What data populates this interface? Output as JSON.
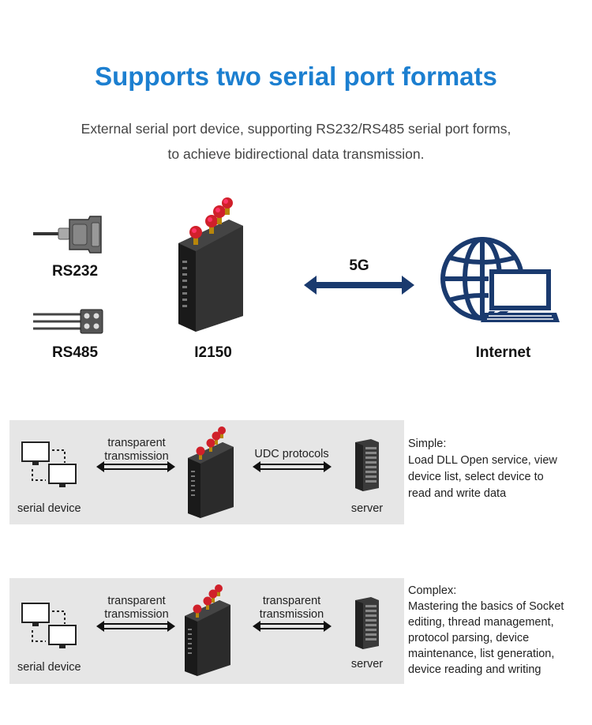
{
  "header": {
    "title": "Supports two serial port formats",
    "subtitle_line1": "External serial port device, supporting RS232/RS485 serial port forms,",
    "subtitle_line2": "to achieve bidirectional data transmission."
  },
  "top_diagram": {
    "rs232_label": "RS232",
    "rs485_label": "RS485",
    "device_label": "I2150",
    "link_label": "5G",
    "internet_label": "Internet"
  },
  "panel_simple": {
    "left_caption": "serial device",
    "link1_line1": "transparent",
    "link1_line2": "transmission",
    "link2_label": "UDC protocols",
    "server_caption": "server",
    "desc_lines": [
      "Simple:",
      "Load DLL Open service, view",
      "device list, select device to",
      "read and write data"
    ]
  },
  "panel_complex": {
    "left_caption": "serial device",
    "link1_line1": "transparent",
    "link1_line2": "transmission",
    "link2_line1": "transparent",
    "link2_line2": "transmission",
    "server_caption": "server",
    "desc_lines": [
      "Complex:",
      "Mastering the basics of Socket",
      "editing, thread management,",
      "protocol parsing, device",
      "maintenance, list generation,",
      "device reading and writing"
    ]
  },
  "colors": {
    "title_blue": "#1c7fd0",
    "navy": "#1a3a6e",
    "antenna_red": "#d0202a",
    "panel_gray": "#e6e6e6"
  }
}
